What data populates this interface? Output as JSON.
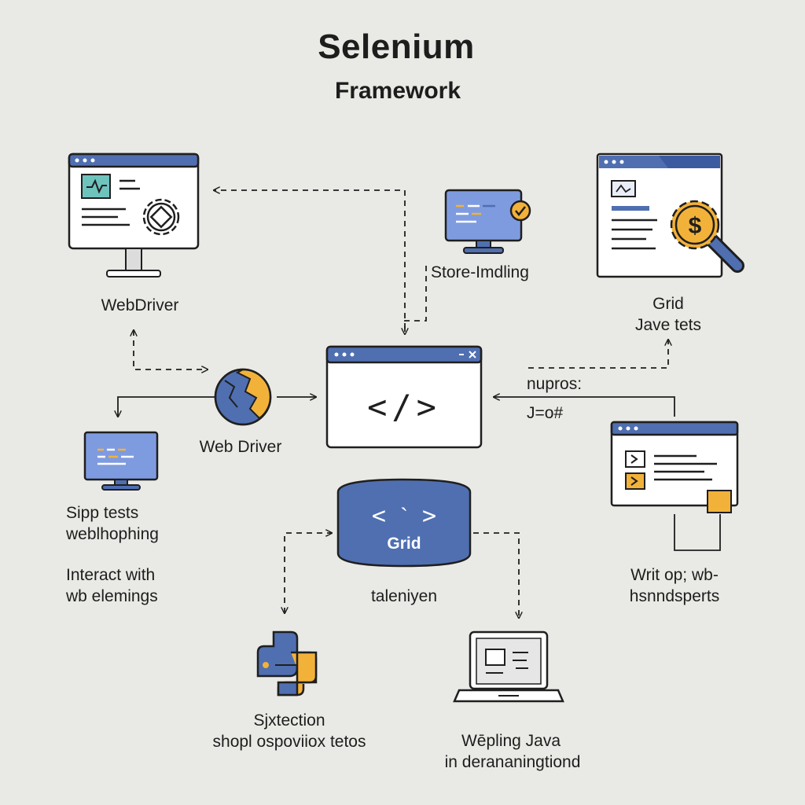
{
  "header": {
    "title": "Selenium",
    "subtitle": "Framework"
  },
  "labels": {
    "webdriver_top": "WebDriver",
    "store_handling": "Store-Imdling",
    "grid_top_line1": "Grid",
    "grid_top_line2": "Jave tets",
    "web_driver_mid": "Web Driver",
    "nupros": "nupros:",
    "jo_hash": "J=o#",
    "sipp_line1": "Sipp tests",
    "sipp_line2": "weblhophing",
    "interact_line1": "Interact with",
    "interact_line2": "wb elemings",
    "grid_center": "Grid",
    "taleniyen": "taleniyen",
    "writ_line1": "Writ op; wb-",
    "writ_line2": "hsnndsperts",
    "sjx_line1": "Sjxtection",
    "sjx_line2": "shopl ospoviiox tetos",
    "wepling_line1": "Wēpling Java",
    "wepling_line2": "in  derananingtiond"
  },
  "center_code": "</>",
  "colors": {
    "background": "#e9e9e5",
    "blue": "#4f6fb1",
    "light_blue": "#7f9be0",
    "orange": "#f2b23a",
    "teal": "#6fc3bd",
    "outline": "#1f1f1f"
  },
  "icons": {
    "webdriver_monitor": "monitor-gear-icon",
    "storage_monitor": "monitor-check-icon",
    "grid_browser": "browser-dollar-gear-magnifier-icon",
    "center_browser": "code-browser-icon",
    "globe": "globe-icon",
    "small_monitor": "monitor-icon",
    "grid_node": "code-cylinder-icon",
    "right_browser": "terminal-browser-icon",
    "python": "python-logo-icon",
    "laptop": "laptop-icon"
  }
}
